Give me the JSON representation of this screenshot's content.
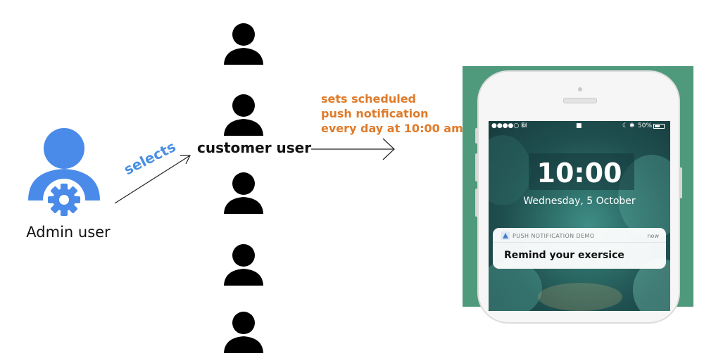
{
  "admin": {
    "label": "Admin user",
    "icon": "admin-gear-user-icon",
    "color": "#4a8bea"
  },
  "arrow1": {
    "label": "selects",
    "color": "#4a90e2"
  },
  "customer": {
    "label": "customer user",
    "icon": "person-icon"
  },
  "schedule": {
    "lines": [
      "sets scheduled",
      "push notification",
      "every day at 10:00 am"
    ],
    "color": "#e07b2a"
  },
  "phone": {
    "status_carrier": "●●●●○ EI",
    "status_battery": "50%",
    "time": "10:00",
    "date": "Wednesday, 5 October",
    "notification": {
      "app": "PUSH NOTIFICATION DEMO",
      "time": "now",
      "message": "Remind your exersice"
    }
  }
}
